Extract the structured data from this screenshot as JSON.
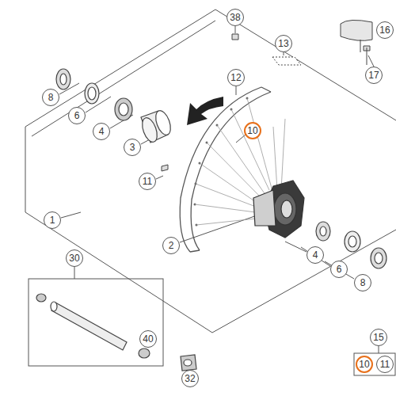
{
  "diagram": {
    "labels": [
      "38",
      "16",
      "13",
      "17",
      "12",
      "8",
      "6",
      "4",
      "3",
      "10",
      "11",
      "1",
      "2",
      "4",
      "6",
      "8",
      "30",
      "40",
      "32",
      "15",
      "10",
      "11"
    ]
  }
}
